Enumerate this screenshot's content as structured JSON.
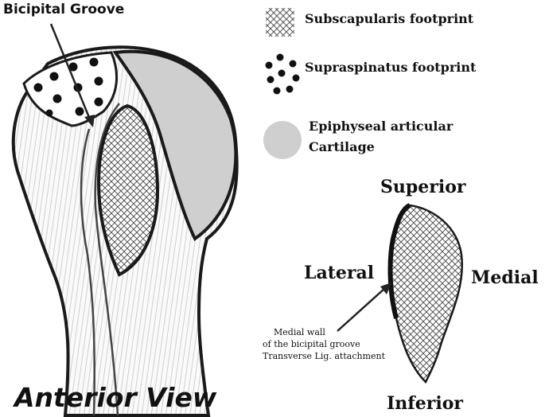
{
  "labels": {
    "bicipital_groove": "Bicipital Groove",
    "view": "Anterior View"
  },
  "legend": {
    "subscapularis": "Subscapularis footprint",
    "supraspinatus": "Supraspinatus footprint",
    "cartilage_line1": "Epiphyseal articular",
    "cartilage_line2": "Cartilage"
  },
  "orientation": {
    "superior": "Superior",
    "inferior": "Inferior",
    "lateral": "Lateral",
    "medial": "Medial"
  },
  "annotation": {
    "line1": "Medial wall",
    "line2": "of the bicipital groove",
    "line3": "Transverse Lig. attachment"
  },
  "colors": {
    "outline": "#1a1a1a",
    "cartilage_fill": "#cfcfcf",
    "hatch": "#444444",
    "bone_fill": "#fafafa"
  }
}
